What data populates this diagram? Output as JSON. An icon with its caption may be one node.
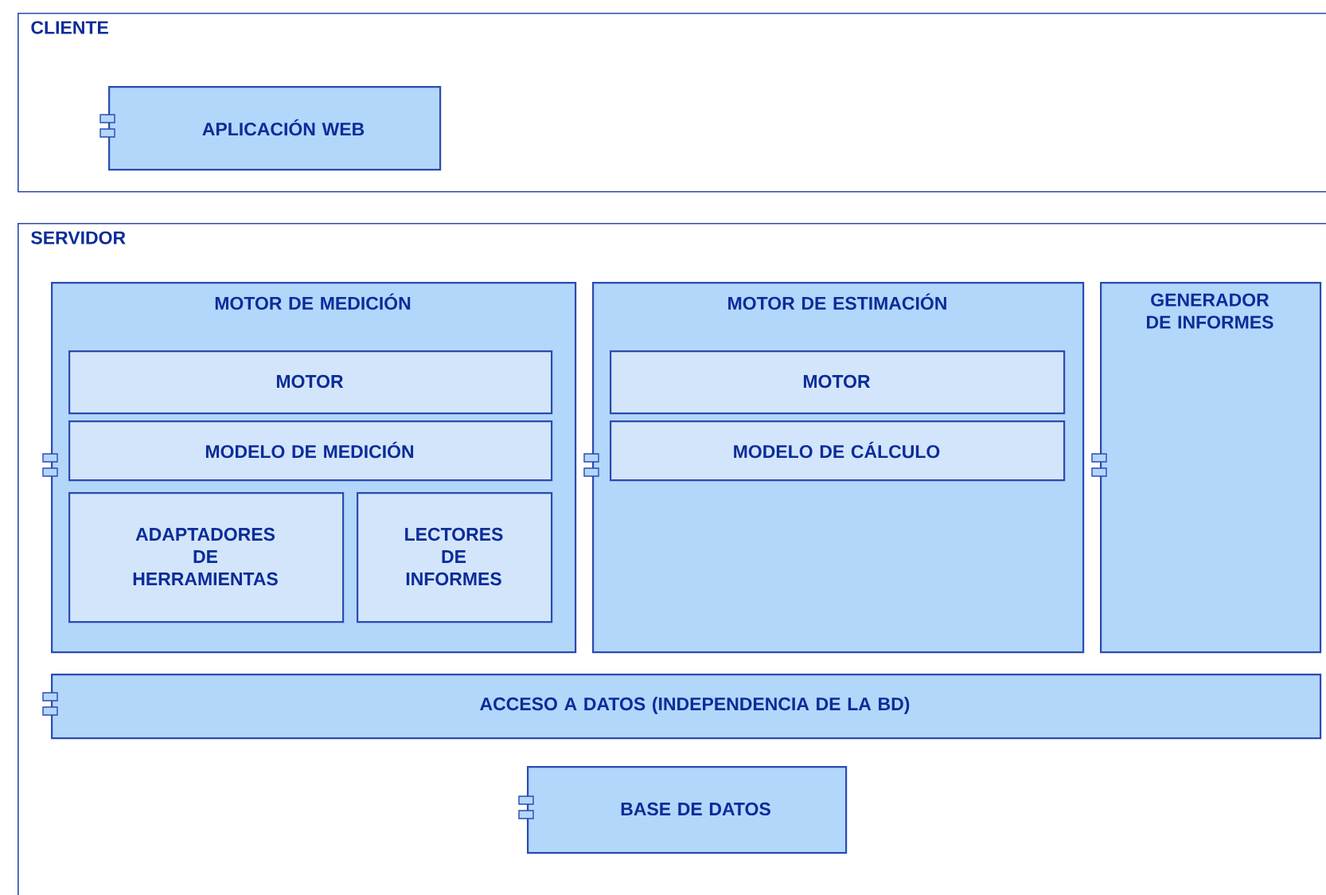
{
  "diagram": {
    "nodes": [
      {
        "text": [
          "CLIENTE"
        ]
      },
      {
        "text": [
          "APLICACIÓN WEB"
        ],
        "in": 0
      },
      {
        "text": [
          "SERVIDOR"
        ]
      },
      {
        "text": [
          "MOTOR DE MEDICIÓN"
        ],
        "in": 2
      },
      {
        "text": [
          "MOTOR"
        ],
        "in": 3
      },
      {
        "text": [
          "MODELO DE MEDICIÓN"
        ],
        "in": 3
      },
      {
        "text": [
          "ADAPTADORES DE HERRAMIENTAS"
        ],
        "in": 3
      },
      {
        "text": [
          "LECTORES DE INFORMES"
        ],
        "in": 3
      },
      {
        "text": [
          "MOTOR DE ESTIMACIÓN"
        ],
        "in": 2
      },
      {
        "text": [
          "MOTOR"
        ],
        "in": 8
      },
      {
        "text": [
          "MODELO DE CÁLCULO"
        ],
        "in": 8
      },
      {
        "text": [
          "GENERADOR DE INFORMES"
        ],
        "in": 2
      },
      {
        "text": [
          "ACCESO A DATOS (INDEPENDENCIA DE LA BD)"
        ],
        "in": 2
      },
      {
        "text": [
          "BASE DE DATOS"
        ],
        "in": 2
      }
    ]
  }
}
